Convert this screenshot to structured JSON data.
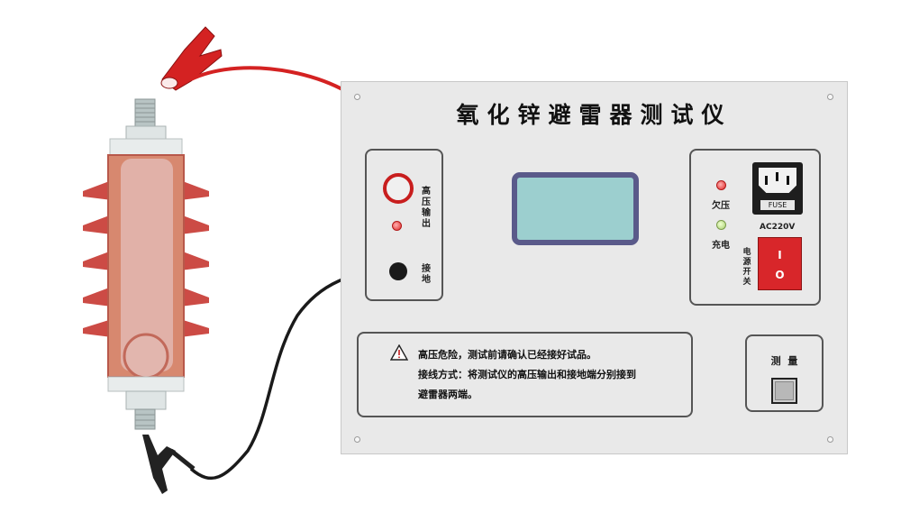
{
  "panel": {
    "title": "氧化锌避雷器测试仪"
  },
  "left_box": {
    "hv_output_label": "高压输出",
    "ground_label": "接地"
  },
  "right_box": {
    "undervoltage_label": "欠压",
    "charging_label": "充电",
    "fuse_label": "FUSE",
    "ac_label": "AC220V",
    "power_switch_label": "电源开关",
    "switch_on_symbol": "I",
    "switch_off_symbol": "O"
  },
  "warning": {
    "line1": "高压危险，测试前请确认已经接好试品。",
    "line2": "接线方式：将测试仪的高压输出和接地端分别接到",
    "line3": "避雷器两端。"
  },
  "measure": {
    "label": "测  量"
  },
  "colors": {
    "panel": "#e9e9e9",
    "hv_wire": "#d42222",
    "ground_wire": "#1a1a1a",
    "lcd": "#9ccfcf",
    "lcd_frame": "#5a5a8a",
    "switch": "#d8262a",
    "arrester_body": "#d9a090",
    "arrester_shed": "#cc4444"
  }
}
